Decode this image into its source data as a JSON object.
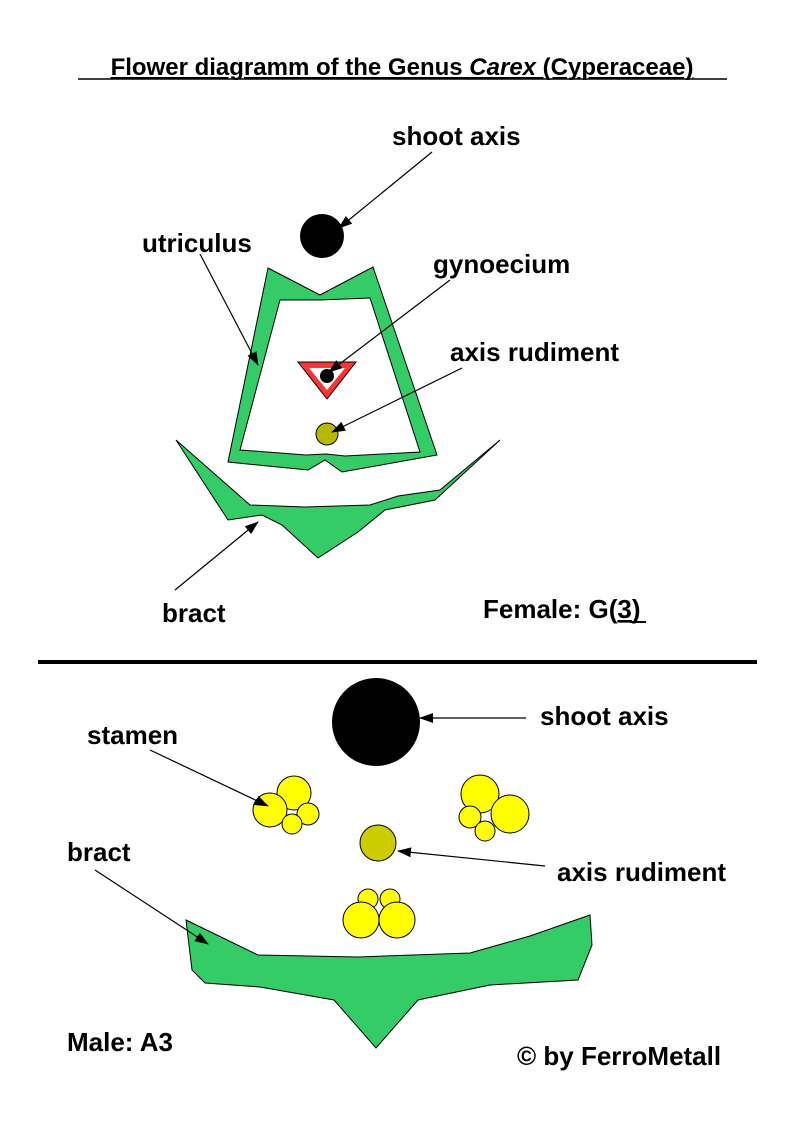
{
  "title": {
    "prefix": "Flower diagramm of the Genus ",
    "genus": "Carex",
    "suffix": " (Cyperaceae)"
  },
  "female": {
    "labels": {
      "shoot_axis": "shoot axis",
      "utriculus": "utriculus",
      "gynoecium": "gynoecium",
      "axis_rudiment": "axis rudiment",
      "bract": "bract"
    },
    "formula": {
      "prefix": "Female: G(",
      "carpels": "3",
      "suffix": ")"
    }
  },
  "male": {
    "labels": {
      "shoot_axis": "shoot axis",
      "stamen": "stamen",
      "axis_rudiment": "axis rudiment",
      "bract": "bract"
    },
    "formula": "Male: A3"
  },
  "copyright": "© by FerroMetall",
  "colors": {
    "tissue_green": "#33cc66",
    "stamen_yellow": "#ffff00",
    "rudiment_olive": "#b8b800",
    "carpel_red": "#ff3333",
    "shoot_axis": "#000000"
  }
}
